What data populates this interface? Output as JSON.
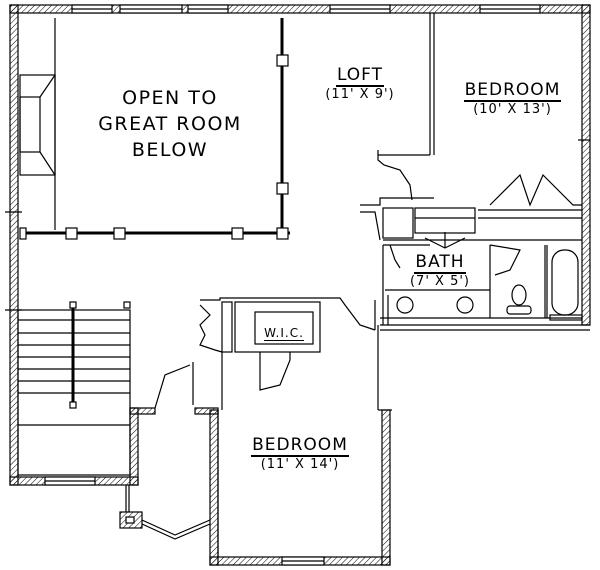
{
  "diagram": {
    "type": "floor-plan",
    "level": "upper floor",
    "colors": {
      "line": "#000000",
      "background": "#ffffff",
      "hatch": "#000000"
    }
  },
  "rooms": {
    "open_to_below": {
      "lines": [
        "OPEN TO",
        "GREAT ROOM",
        "BELOW"
      ]
    },
    "loft": {
      "name": "LOFT",
      "dims": "(11' X 9')"
    },
    "bedroom_ne": {
      "name": "BEDROOM",
      "dims": "(10' X 13')"
    },
    "bath": {
      "name": "BATH",
      "dims": "(7' X 5')"
    },
    "wic": {
      "name": "W.I.C."
    },
    "bedroom_s": {
      "name": "BEDROOM",
      "dims": "(11' X 14')"
    }
  },
  "fixtures": [
    "fireplace",
    "stairs",
    "bathtub",
    "toilet",
    "double-sink-vanity",
    "railing-posts",
    "bay-window",
    "chimney"
  ]
}
